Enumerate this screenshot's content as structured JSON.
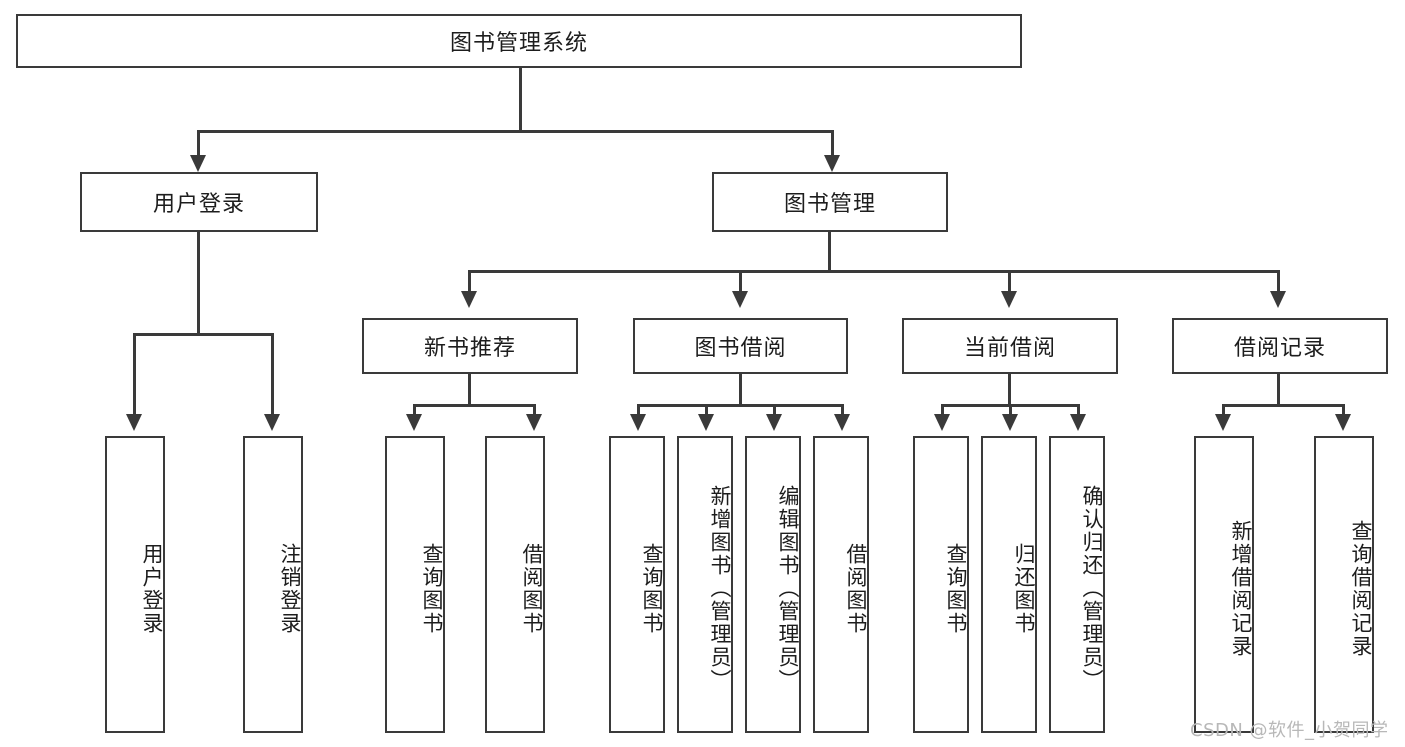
{
  "diagram": {
    "type": "tree-hierarchy-flowchart",
    "root": {
      "label": "图书管理系统"
    },
    "level2": [
      {
        "label": "用户登录"
      },
      {
        "label": "图书管理"
      }
    ],
    "level3": [
      {
        "label": "新书推荐"
      },
      {
        "label": "图书借阅"
      },
      {
        "label": "当前借阅"
      },
      {
        "label": "借阅记录"
      }
    ],
    "leaves": {
      "user_login": [
        {
          "label": "用户登录"
        },
        {
          "label": "注销登录"
        }
      ],
      "new_book_recommend": [
        {
          "label": "查询图书"
        },
        {
          "label": "借阅图书"
        }
      ],
      "book_borrow": [
        {
          "label": "查询图书"
        },
        {
          "label": "新增图书（管理员）"
        },
        {
          "label": "编辑图书（管理员）"
        },
        {
          "label": "借阅图书"
        }
      ],
      "current_borrow": [
        {
          "label": "查询图书"
        },
        {
          "label": "归还图书"
        },
        {
          "label": "确认归还（管理员）"
        }
      ],
      "borrow_record": [
        {
          "label": "新增借阅记录"
        },
        {
          "label": "查询借阅记录"
        }
      ]
    }
  },
  "watermark": {
    "text": "CSDN @软件_小贺同学"
  },
  "colors": {
    "stroke": "#3a3a3a",
    "background": "#ffffff",
    "text": "#1d1d1d",
    "watermark": "#b8b8b8"
  }
}
